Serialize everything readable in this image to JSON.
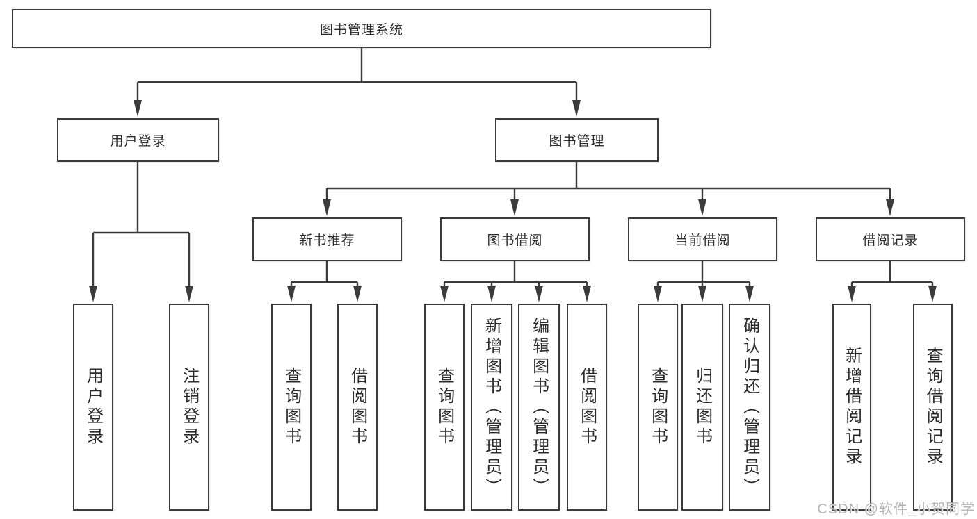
{
  "diagram": {
    "root_label": "图书管理系统",
    "level2": {
      "user_login": "用户登录",
      "book_management": "图书管理"
    },
    "level3": {
      "new_book_recommend": "新书推荐",
      "book_borrow": "图书借阅",
      "current_borrow": "当前借阅",
      "borrow_records": "借阅记录"
    },
    "leaves": {
      "user_login": [
        "用户登录",
        "注销登录"
      ],
      "new_book_recommend": [
        "查询图书",
        "借阅图书"
      ],
      "book_borrow": [
        "查询图书",
        "新增图书（管理员）",
        "编辑图书（管理员）",
        "借阅图书"
      ],
      "current_borrow": [
        "查询图书",
        "归还图书",
        "确认归还（管理员）"
      ],
      "borrow_records": [
        "新增借阅记录",
        "查询借阅记录"
      ]
    },
    "watermark": "CSDN @软件_小贺同学",
    "colors": {
      "line": "#3b3b3b",
      "box_border": "#3b3b3b",
      "box_fill": "#ffffff",
      "text": "#2b2b2b",
      "watermark": "#b4b4b4",
      "background": "#ffffff"
    }
  }
}
